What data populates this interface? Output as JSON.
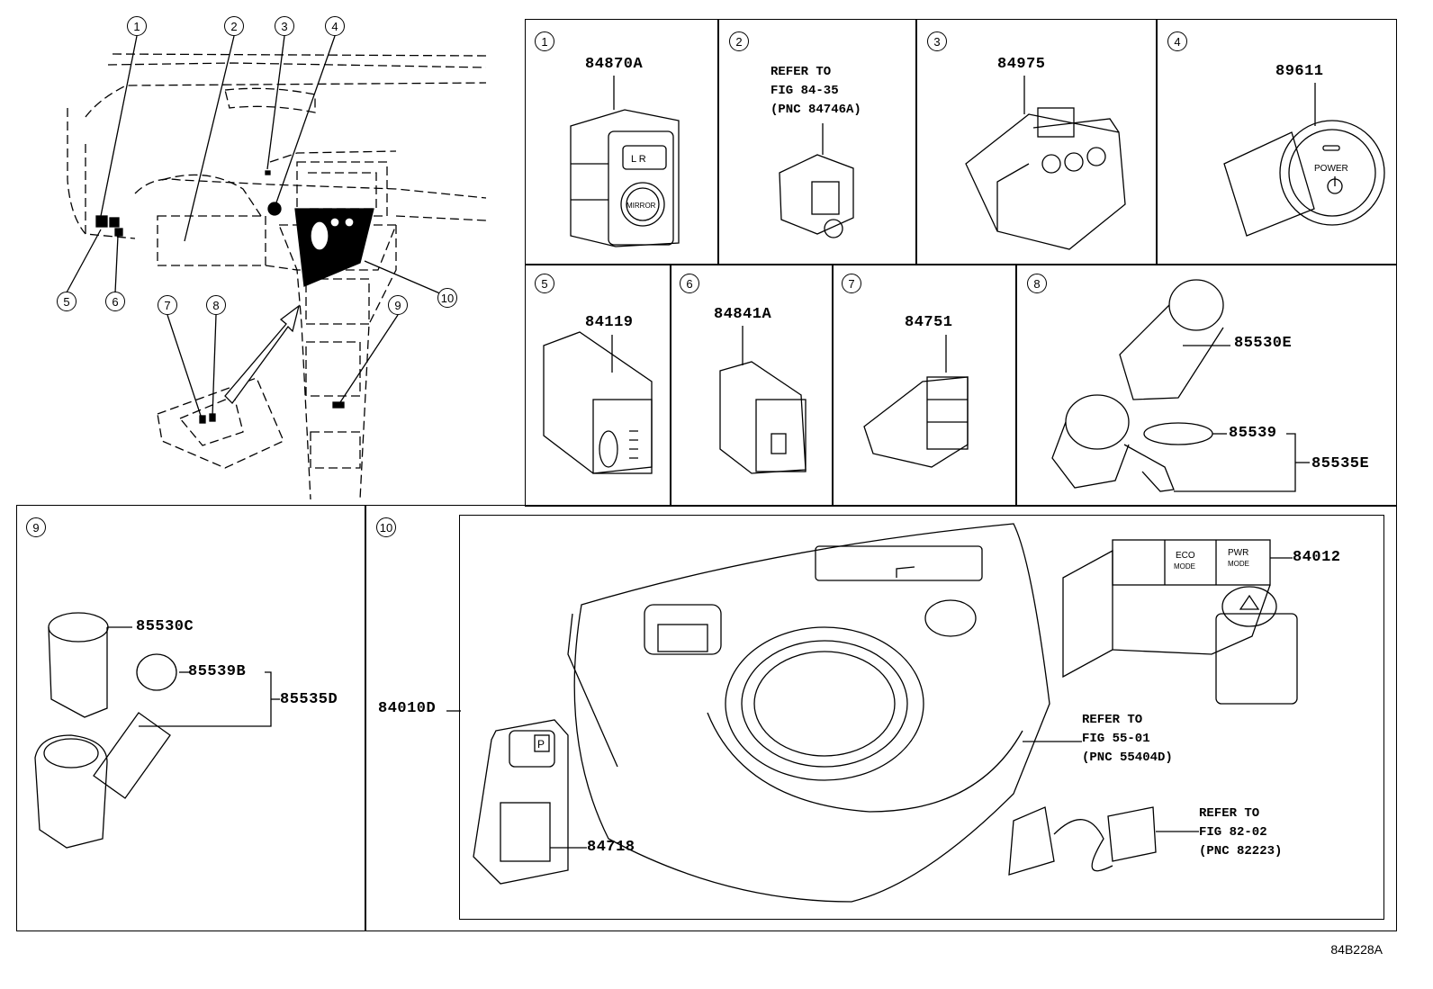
{
  "overview": {
    "callouts": [
      "1",
      "2",
      "3",
      "4",
      "5",
      "6",
      "7",
      "8",
      "9",
      "10"
    ]
  },
  "cells": {
    "c1": {
      "num": "1",
      "part": "84870A",
      "knob_label": "MIRROR",
      "lr": "L R"
    },
    "c2": {
      "num": "2",
      "ref": [
        "REFER TO",
        "FIG 84-35",
        "(PNC 84746A)"
      ]
    },
    "c3": {
      "num": "3",
      "part": "84975"
    },
    "c4": {
      "num": "4",
      "part": "89611",
      "button_label": "POWER"
    },
    "c5": {
      "num": "5",
      "part": "84119"
    },
    "c6": {
      "num": "6",
      "part": "84841A"
    },
    "c7": {
      "num": "7",
      "part": "84751"
    },
    "c8": {
      "num": "8",
      "part_a": "85530E",
      "part_b": "85539",
      "part_c": "85535E"
    },
    "c9": {
      "num": "9",
      "part_a": "85530C",
      "part_b": "85539B",
      "part_c": "85535D"
    },
    "c10": {
      "num": "10",
      "part_main": "84010D",
      "part_switch": "84012",
      "part_parking": "84718",
      "ref_a": [
        "REFER TO",
        "FIG 55-01",
        "(PNC 55404D)"
      ],
      "ref_b": [
        "REFER TO",
        "FIG 82-02",
        "(PNC 82223)"
      ],
      "switch_labels": [
        "ECO",
        "MODE",
        "PWR",
        "MODE"
      ],
      "parking_label": "P"
    }
  },
  "figure_code": "84B228A",
  "colors": {
    "line": "#000000",
    "background": "#ffffff"
  }
}
